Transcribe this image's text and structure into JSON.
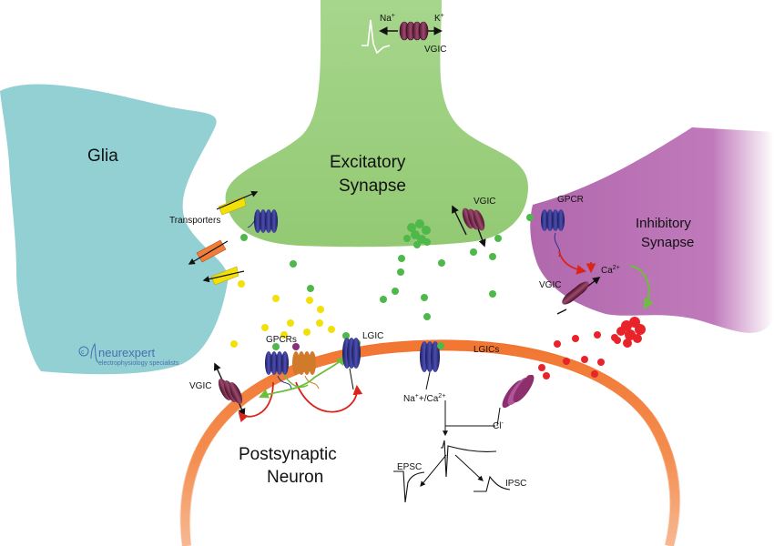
{
  "labels": {
    "glia": "Glia",
    "excitatory_line1": "Excitatory",
    "excitatory_line2": "Synapse",
    "inhibitory_line1": "Inhibitory",
    "inhibitory_line2": "Synapse",
    "postsynaptic_line1": "Postsynaptic",
    "postsynaptic_line2": "Neuron",
    "transporters": "Transporters",
    "na": "Na",
    "na_sup": "+",
    "k": "K",
    "k_sup": "+",
    "vgic": "VGIC",
    "gpcr": "GPCR",
    "gpcrs": "GPCRs",
    "ca": "Ca",
    "ca_sup": "2+",
    "lgic": "LGIC",
    "lgics": "LGICs",
    "naca_a": "Na",
    "naca_b": "+/Ca",
    "naca_sup": "2+",
    "cl": "Cl",
    "cl_sup": "-",
    "epsc": "EPSC",
    "ipsc": "IPSC"
  },
  "logo": {
    "name": "neurexpert",
    "tagline": "electrophysiology specialists"
  },
  "colors": {
    "glia": "#93d0d3",
    "excitatory": "#98cc7a",
    "inhibitory": "#b168ad",
    "membrane": "#f07d3a",
    "glutamate": "#4fb84a",
    "gaba": "#e8232a",
    "neuromodulator": "#f2e00a",
    "receptor_blue": "#2e2f8a",
    "channel_purple": "#6e2343",
    "arrow_red": "#d9261c",
    "arrow_green": "#6cbf3a"
  }
}
